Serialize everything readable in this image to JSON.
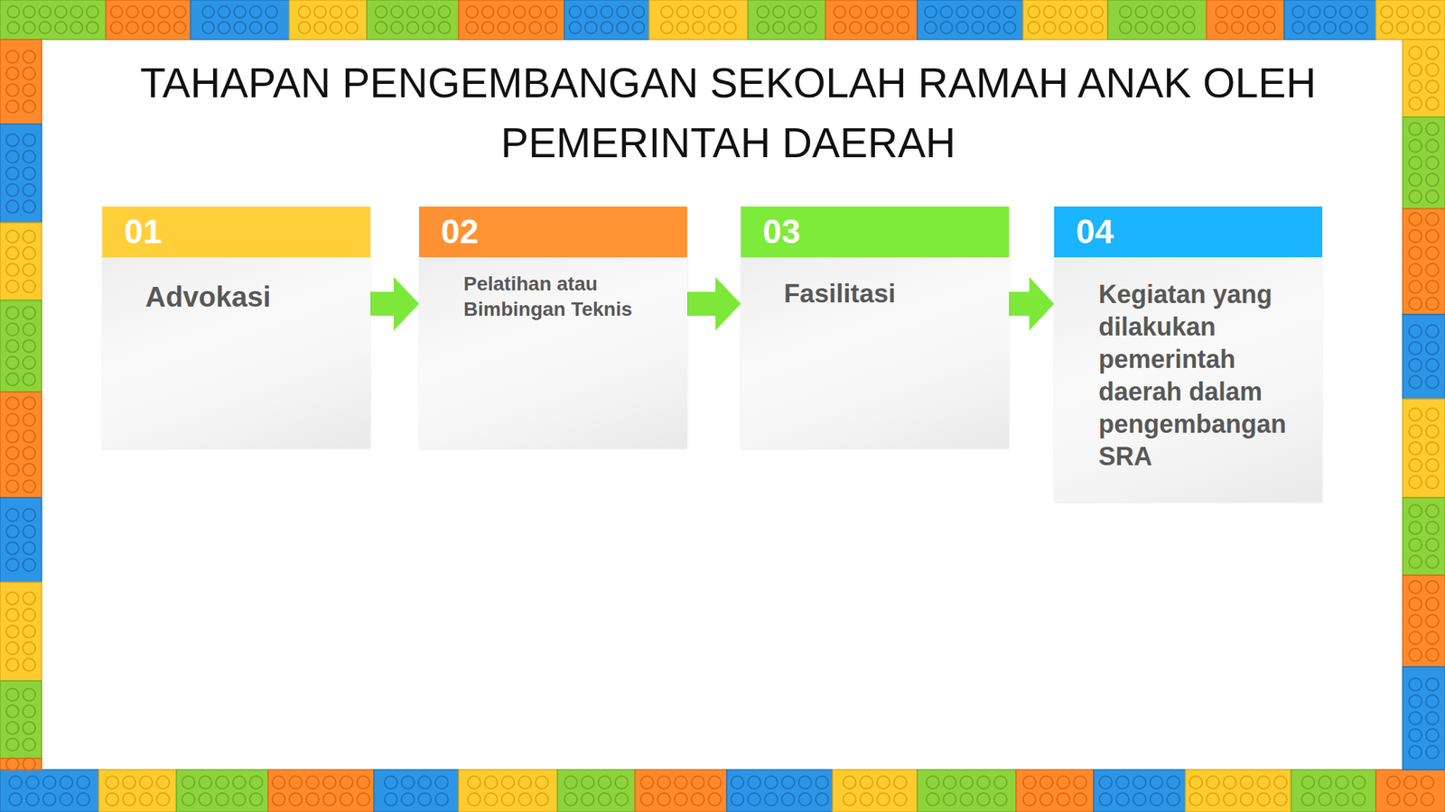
{
  "diagram": {
    "title": "TAHAPAN PENGEMBANGAN SEKOLAH RAMAH ANAK OLEH PEMERINTAH DAERAH",
    "nodes": [
      {
        "text": [
          "01",
          "Advokasi"
        ]
      },
      {
        "text": [
          "02",
          "Pelatihan atau Bimbingan Teknis"
        ]
      },
      {
        "text": [
          "03",
          "Fasilitasi"
        ]
      },
      {
        "text": [
          "04",
          "Kegiatan yang dilakukan pemerintah daerah dalam pengembangan SRA"
        ]
      }
    ],
    "edges": [
      {
        "from": 0,
        "to": 1,
        "arrow": "to"
      },
      {
        "from": 1,
        "to": 2,
        "arrow": "to"
      },
      {
        "from": 2,
        "to": 3,
        "arrow": "to"
      }
    ]
  }
}
